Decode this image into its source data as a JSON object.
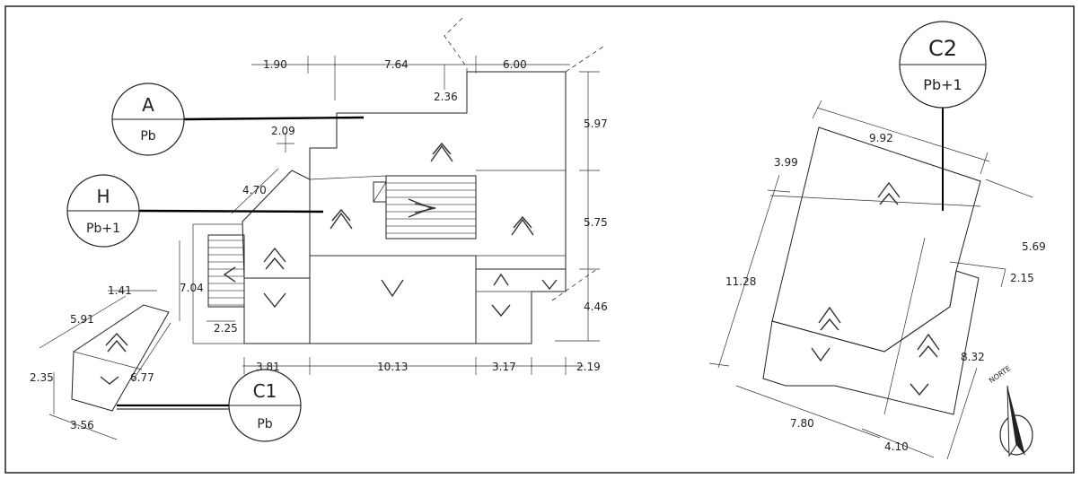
{
  "title": "",
  "tags": [
    {
      "key": "A",
      "letter": "A",
      "level": "Pb"
    },
    {
      "key": "H",
      "letter": "H",
      "level": "Pb+1"
    },
    {
      "key": "C1",
      "letter": "C1",
      "level": "Pb"
    },
    {
      "key": "C2",
      "letter": "C2",
      "level": "Pb+1"
    }
  ],
  "dims": {
    "d1_90": "1.90",
    "d7_64": "7.64",
    "d6_00": "6.00",
    "d2_36": "2.36",
    "d2_09": "2.09",
    "d5_97": "5.97",
    "d5_75": "5.75",
    "d4_46": "4.46",
    "d4_70": "4.70",
    "d7_04": "7.04",
    "d2_25": "2.25",
    "d3_81": "3.81",
    "d10_13": "10.13",
    "d3_17": "3.17",
    "d2_19": "2.19",
    "d1_41": "1.41",
    "d5_91": "5.91",
    "d2_35": "2.35",
    "d6_77": "6.77",
    "d3_56": "3.56",
    "d9_92": "9.92",
    "d3_99": "3.99",
    "d11_28": "11.28",
    "d5_69": "5.69",
    "d2_15": "2.15",
    "d8_32": "8.32",
    "d7_80": "7.80",
    "d4_10": "4.10"
  },
  "north_label": "NORTE",
  "colors": {
    "ink": "#222222",
    "paper": "#ffffff"
  }
}
